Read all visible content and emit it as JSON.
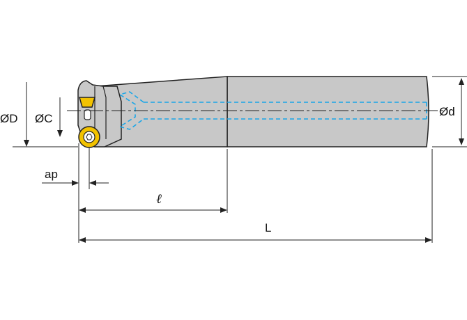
{
  "labels": {
    "diameter_D": "ØD",
    "diameter_C": "ØC",
    "diameter_d": "Ød",
    "ap": "ap",
    "ell": "ℓ",
    "L": "L"
  },
  "colors": {
    "body": "#c8c8c8",
    "outline": "#222222",
    "insert": "#f2c200",
    "coolant": "#19a6e8",
    "dimension": "#222222"
  }
}
